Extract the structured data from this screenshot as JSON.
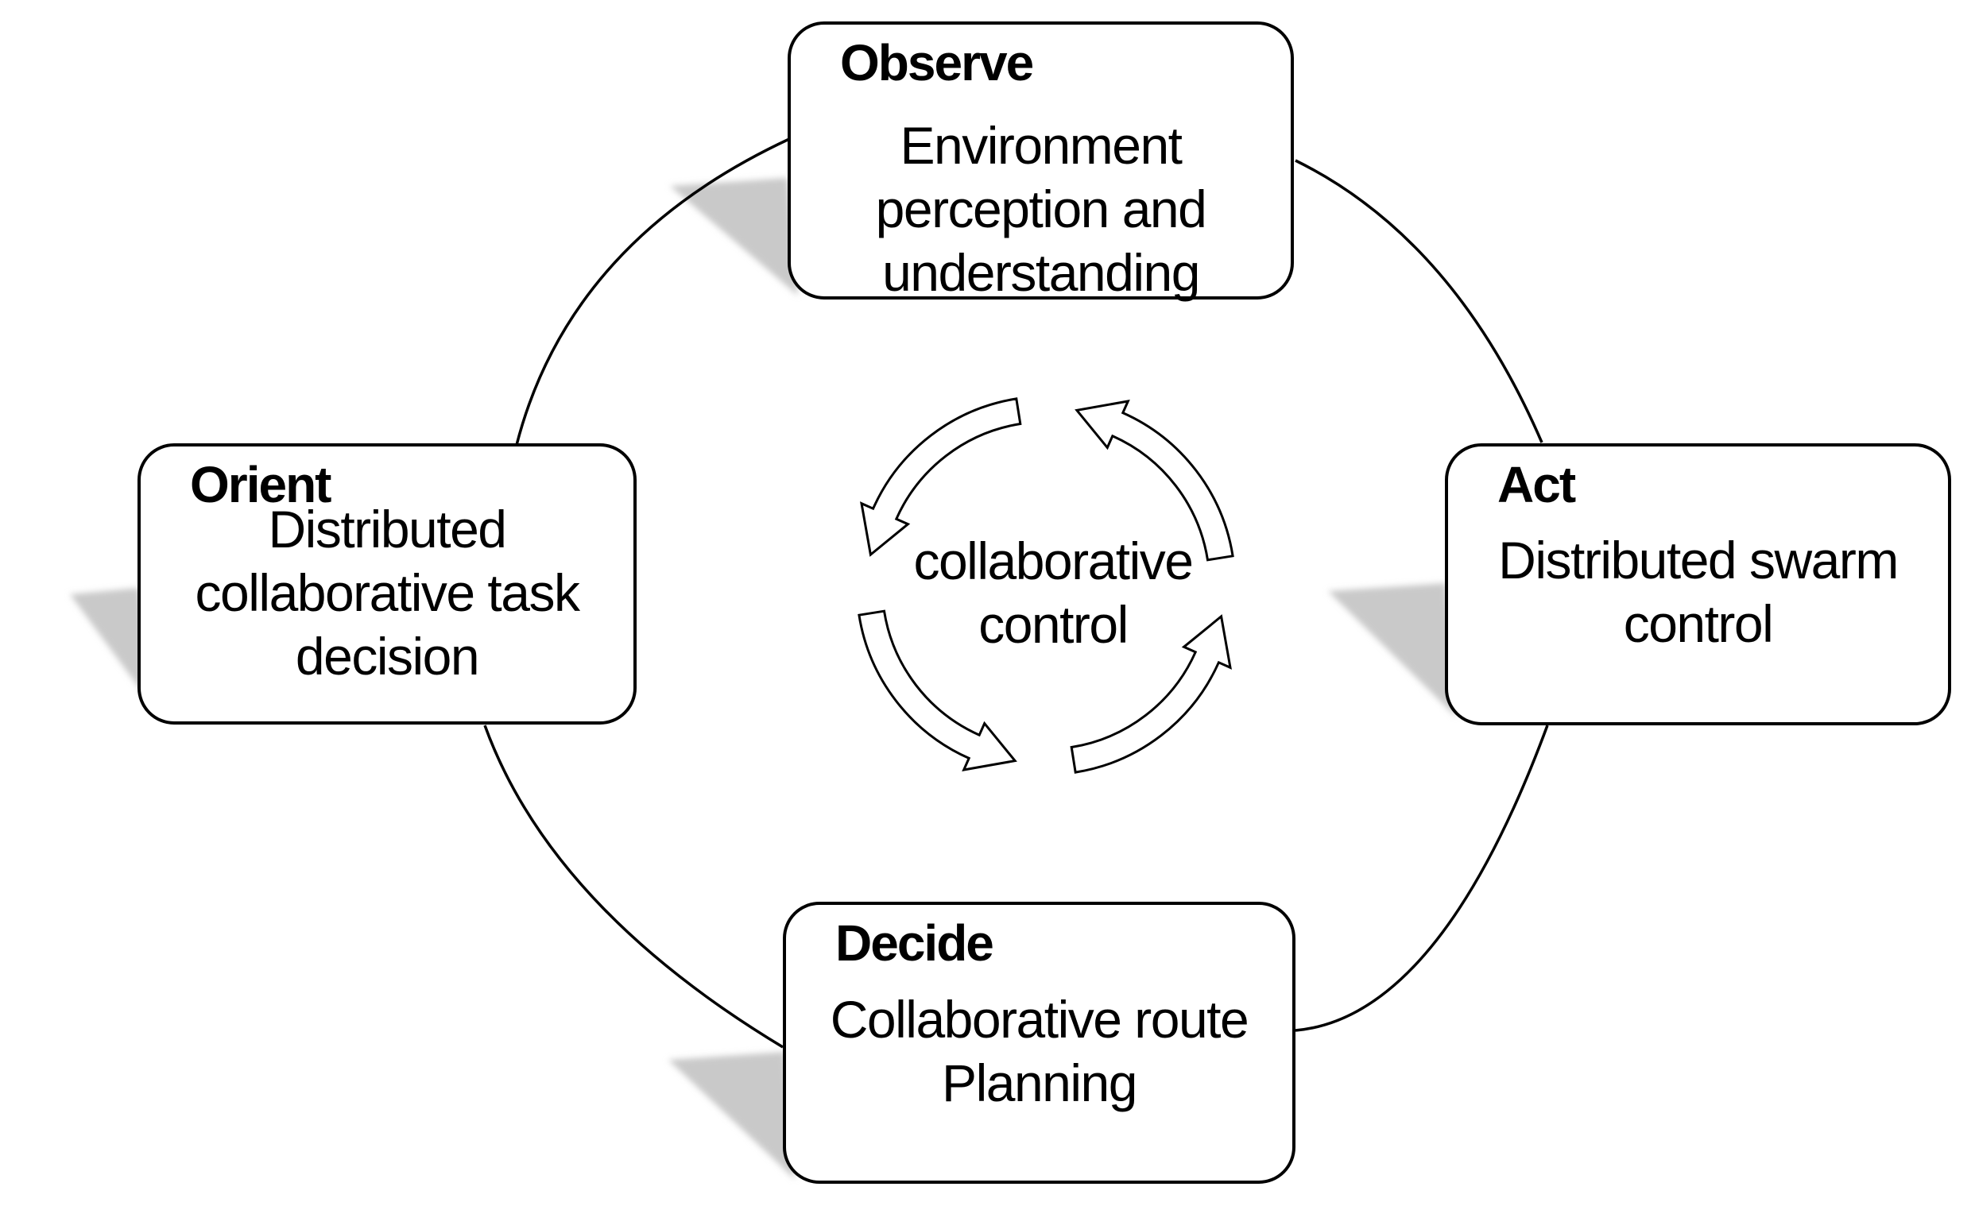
{
  "diagram": {
    "title_hint": "OODA loop with collaborative control cycle",
    "nodes": [
      {
        "id": "observe",
        "title": "Observe",
        "lines": [
          "Environment",
          "perception and",
          "understanding"
        ]
      },
      {
        "id": "orient",
        "title": "Orient",
        "lines": [
          "Distributed",
          "collaborative task",
          "decision"
        ]
      },
      {
        "id": "act",
        "title": "Act",
        "lines": [
          "Distributed swarm",
          "control"
        ]
      },
      {
        "id": "decide",
        "title": "Decide",
        "lines": [
          "Collaborative route",
          "Planning"
        ]
      }
    ],
    "center": {
      "lines": [
        "collaborative",
        "control"
      ]
    },
    "cycle_direction": "counterclockwise",
    "colors": {
      "stroke": "#000000",
      "shadow": "#c9c9c9",
      "background": "#ffffff",
      "text": "#000000"
    }
  }
}
